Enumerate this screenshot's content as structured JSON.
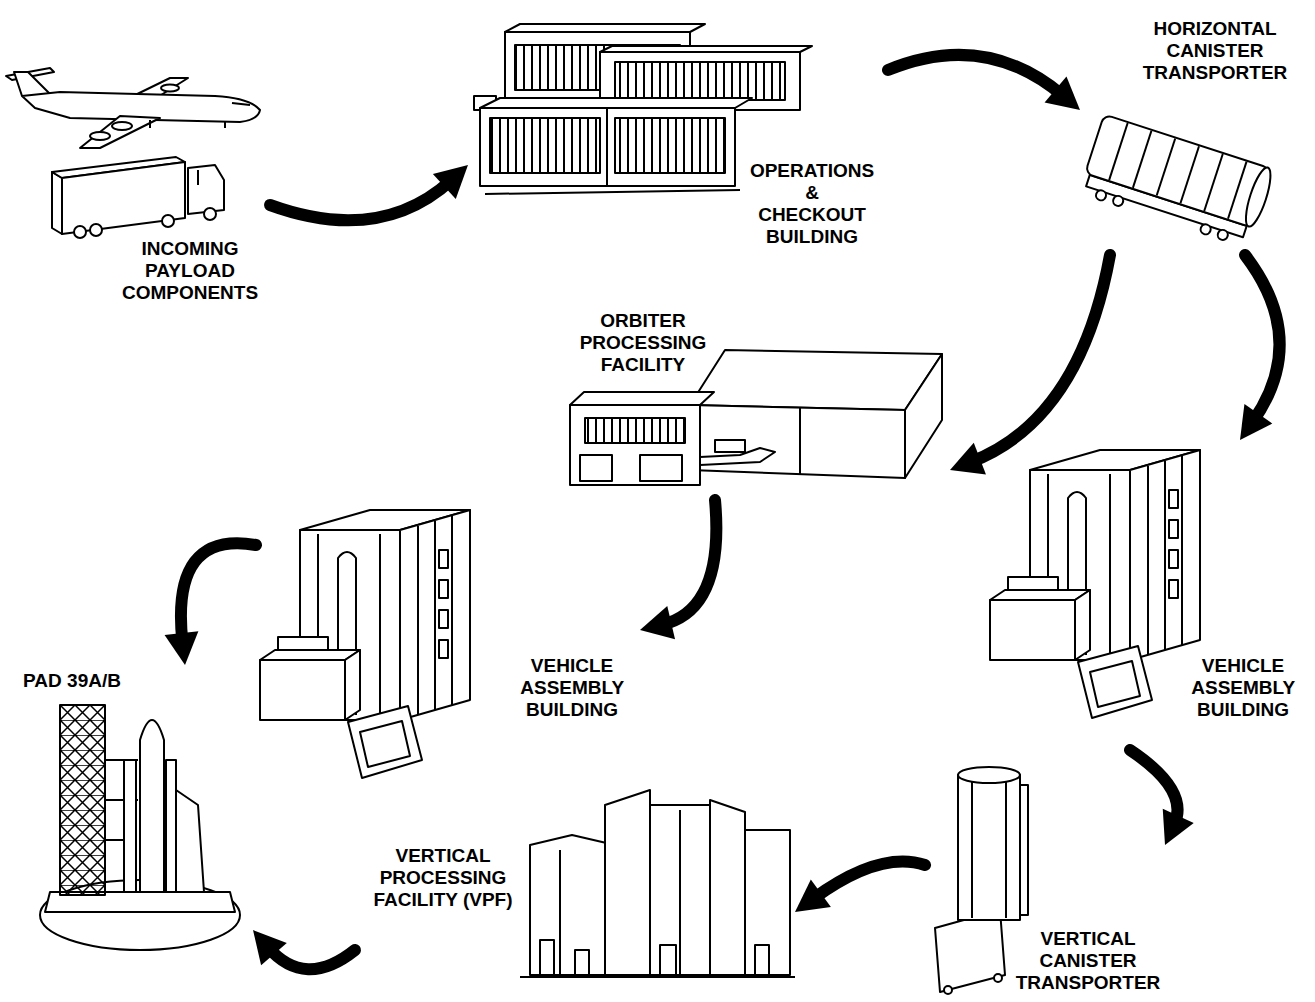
{
  "diagram": {
    "nodes": [
      {
        "text": [
          "INCOMING PAYLOAD COMPONENTS"
        ]
      },
      {
        "text": [
          "OPERATIONS & CHECKOUT BUILDING"
        ]
      },
      {
        "text": [
          "HORIZONTAL CANISTER TRANSPORTER"
        ]
      },
      {
        "text": [
          "ORBITER PROCESSING FACILITY"
        ]
      },
      {
        "text": [
          "VEHICLE ASSEMBLY BUILDING"
        ]
      },
      {
        "text": [
          "VEHICLE ASSEMBLY BUILDING"
        ]
      },
      {
        "text": [
          "VERTICAL CANISTER TRANSPORTER"
        ]
      },
      {
        "text": [
          "VERTICAL PROCESSING FACILITY (VPF)"
        ]
      },
      {
        "text": [
          "PAD 39A/B"
        ]
      }
    ],
    "edges": [
      {
        "from": 0,
        "to": 1,
        "arrow": "to"
      },
      {
        "from": 1,
        "to": 2,
        "arrow": "to"
      },
      {
        "from": 2,
        "to": 3,
        "arrow": "to"
      },
      {
        "from": 2,
        "to": 4,
        "arrow": "to"
      },
      {
        "from": 3,
        "to": 5,
        "arrow": "to"
      },
      {
        "from": 5,
        "to": 8,
        "arrow": "to"
      },
      {
        "from": 4,
        "to": 6,
        "arrow": "to"
      },
      {
        "from": 6,
        "to": 7,
        "arrow": "to"
      },
      {
        "from": 7,
        "to": 8,
        "arrow": "to"
      }
    ]
  }
}
